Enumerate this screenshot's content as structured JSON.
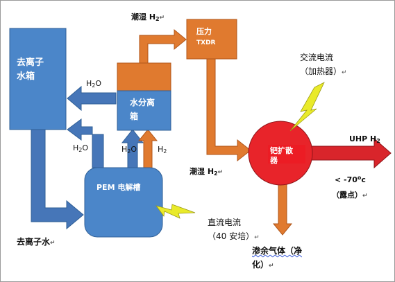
{
  "colors": {
    "blue_box": "#4b86c9",
    "blue_dark": "#2f5f96",
    "blue_arrow": "#4676b8",
    "orange": "#e07a2f",
    "orange_dark": "#b0561a",
    "red_circle": "#e8242a",
    "red_arrow": "#d9252b",
    "bolt": "#e9ea2a"
  },
  "icons": {
    "bolt": "lightning-bolt-icon"
  },
  "nodes": {
    "deionized_tank": {
      "line1": "去离子",
      "line2": "水箱"
    },
    "separator": {
      "line1": "水分离",
      "line2": "箱"
    },
    "pressure": {
      "line1": "压力",
      "line2": "TXDR"
    },
    "diffuser": {
      "line1": "钯扩散",
      "line2": "器"
    },
    "pem": {
      "label": "PEM 电解槽"
    }
  },
  "labels": {
    "wet_h2_top": {
      "text": "潮湿 H",
      "sub": "2"
    },
    "wet_h2_mid": {
      "text": "潮湿 H",
      "sub": "2"
    },
    "h2o_top": {
      "h": "H",
      "sub": "2",
      "o": "O"
    },
    "h2o_left": {
      "h": "H",
      "sub": "2",
      "o": "O"
    },
    "h2o_mid": {
      "h": "H",
      "sub": "2",
      "o": "O"
    },
    "h2_mid": {
      "h": "H",
      "sub": "2"
    },
    "ac_power": {
      "line1": "交流电流",
      "line2": "（加热器）"
    },
    "uhp_h2": {
      "text": "UHP H",
      "sub": "2"
    },
    "dew_point": {
      "line1_pre": "< -70",
      "line1_sup": "o",
      "line1_post": "c",
      "line2": "（露点）"
    },
    "dc_current": {
      "line1": "直流电流",
      "line2": "（40 安培）"
    },
    "deionized_water": {
      "text": "去离子水"
    },
    "vent_gas": {
      "line1": "渗余气体（净",
      "line2": "化）"
    }
  },
  "paragraph_mark": "↵"
}
